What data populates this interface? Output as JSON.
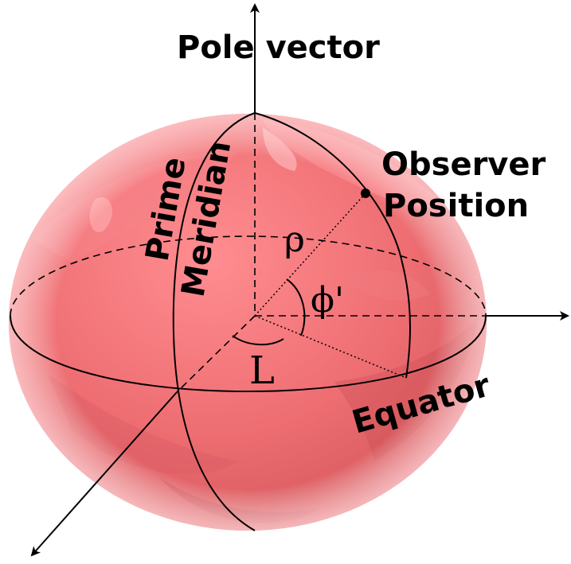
{
  "diagram": {
    "pole_label": "Pole vector",
    "observer_label_line1": "Observer",
    "observer_label_line2": "Position",
    "prime_label_line1": "Prime",
    "prime_label_line2": "Meridian",
    "equator_label": "Equator",
    "rho_symbol": "ρ",
    "phi_symbol": "ϕ'",
    "longitude_symbol": "L",
    "planet_color": "#ee6e72",
    "planet_highlight": "#ffc0c3",
    "planet_shadow": "#c2474d"
  }
}
